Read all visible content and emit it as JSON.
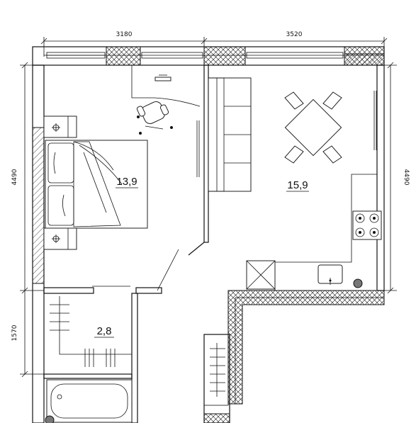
{
  "dimensions": {
    "top_left": "3180",
    "top_right": "3520",
    "left_upper": "4490",
    "right": "4490",
    "left_lower": "1570"
  },
  "rooms": {
    "bedroom_area": "13,9",
    "living_area": "15,9",
    "bathroom_area": "2,8"
  }
}
